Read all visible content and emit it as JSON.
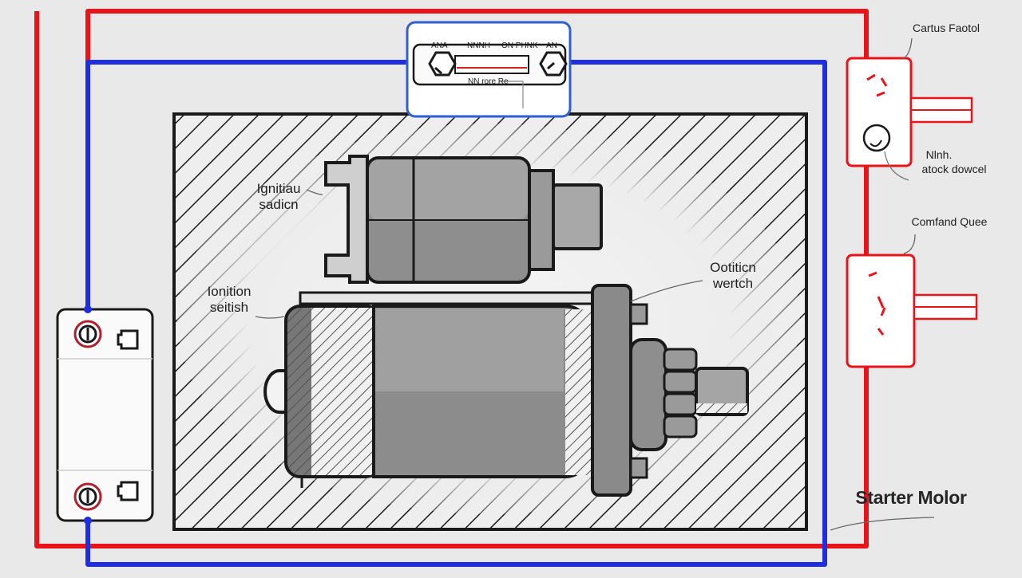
{
  "diagram": {
    "title": "Starter Molor",
    "labels": {
      "top_right": "Cartus Faotol",
      "mid_right_line1": "Nlnh.",
      "mid_right_line2": "atock dowcel",
      "lower_right": "Comfand Quee",
      "solenoid_line1": "Ignitiau",
      "solenoid_line2": "sadicn",
      "motor_line1": "Ionition",
      "motor_line2": "seitish",
      "right_motor_line1": "Ootiticn",
      "right_motor_line2": "wertch"
    },
    "switch_box": {
      "tiny_1": "ANA",
      "tiny_2": "NNNH",
      "tiny_3": "ON PHNK",
      "tiny_4": "AN",
      "tiny_5": "NN rore Re"
    },
    "colors": {
      "positive_wire": "#e8141a",
      "negative_wire": "#1f2fe0",
      "motor_body": "#8c8c8c",
      "background": "#e9e9e9"
    }
  }
}
